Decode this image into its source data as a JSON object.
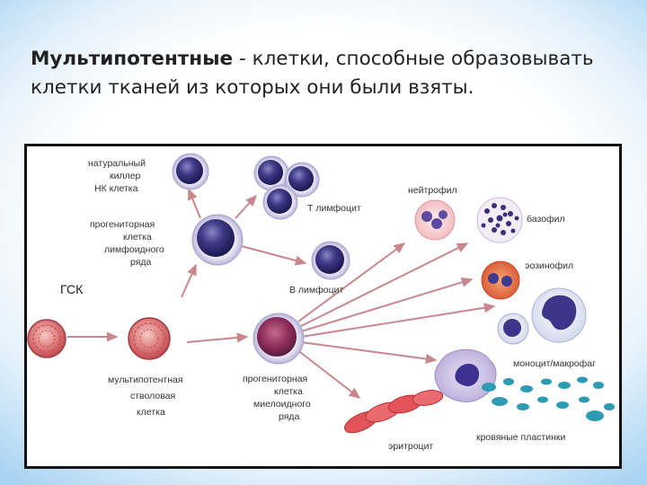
{
  "slide": {
    "term": "Мультипотентные",
    "definition": " - клетки, способные образовывать клетки тканей из которых они были взяты."
  },
  "diagram": {
    "labels": {
      "nk_1": "натуральный",
      "nk_2": "киллер",
      "nk_3": "НК клетка",
      "lymph_prog_1": "прогениторная",
      "lymph_prog_2": "клетка",
      "lymph_prog_3": "лимфоидного",
      "lymph_prog_4": "ряда",
      "t_cell": "Т лимфоцит",
      "b_cell": "В лимфоцит",
      "hsc": "ГСК",
      "multi_1": "мультипотентная",
      "multi_2": "стволовая",
      "multi_3": "клетка",
      "myelo_prog_1": "прогениторная",
      "myelo_prog_2": "клетка",
      "myelo_prog_3": "миелоидного",
      "myelo_prog_4": "ряда",
      "neutrophil": "нейтрофил",
      "basophil": "базофил",
      "eosinophil": "эозинофил",
      "monocyte": "моноцит/макрофаг",
      "erythrocyte": "эритроцит",
      "platelets": "кровяные пластинки"
    }
  }
}
